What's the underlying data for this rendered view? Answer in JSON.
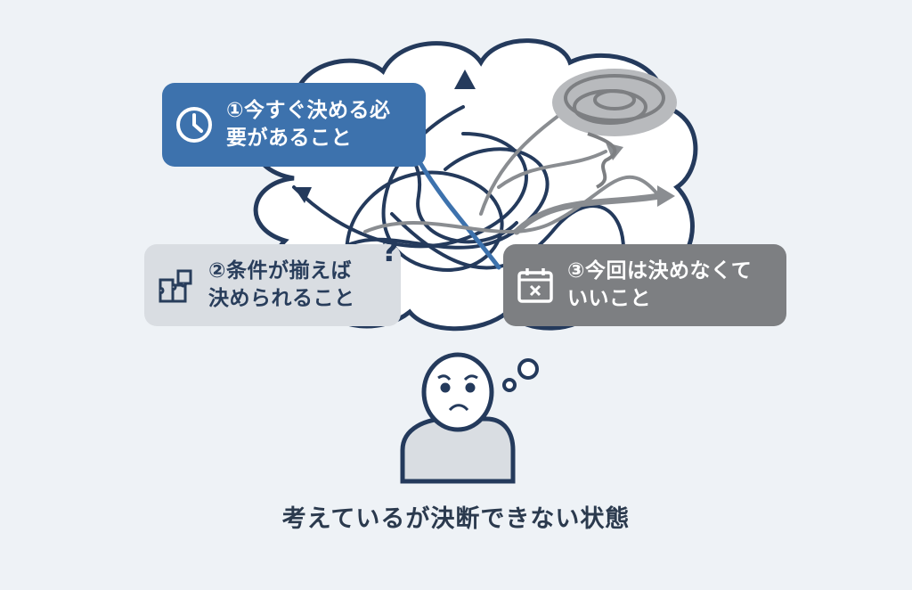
{
  "diagram": {
    "title": "考えているが決断できない状態",
    "cards": [
      {
        "label_line1": "①今すぐ決める必",
        "label_line2": "要があること",
        "icon": "clock-icon",
        "color": "#3d72ad",
        "text_color": "#ffffff"
      },
      {
        "label_line1": "②条件が揃えば",
        "label_line2": "決められること",
        "icon": "puzzle-icon",
        "color": "#d9dde2",
        "text_color": "#283d5b"
      },
      {
        "label_line1": "③今回は決めなくて",
        "label_line2": "いいこと",
        "icon": "calendar-x-icon",
        "color": "#7d7f82",
        "text_color": "#ffffff"
      }
    ],
    "question_mark": "?",
    "figure": "worried-person",
    "thought_cloud": "tangled-thoughts",
    "colors": {
      "background": "#eef2f6",
      "outline": "#243a5c",
      "accent_blue": "#3d72ad",
      "gray": "#7d7f82"
    }
  }
}
